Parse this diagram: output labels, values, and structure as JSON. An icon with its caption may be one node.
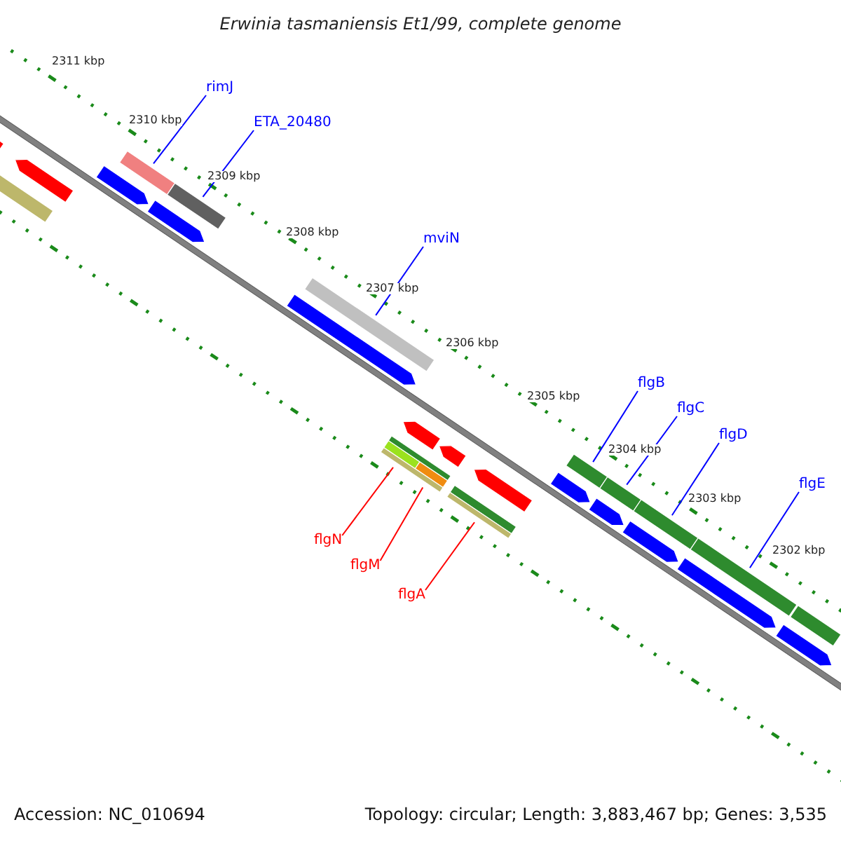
{
  "diagram": {
    "title": "Erwinia tasmaniensis Et1/99, complete genome",
    "nodes": [
      {
        "text": [
          "rimJ"
        ]
      },
      {
        "text": [],
        "shape": "bar"
      },
      {
        "text": [
          "ETA_20480"
        ]
      },
      {
        "text": [],
        "shape": "bar"
      },
      {
        "text": [
          "mviN"
        ]
      },
      {
        "text": [],
        "shape": "bar"
      },
      {
        "text": [
          "flgB"
        ]
      },
      {
        "text": [],
        "shape": "bar"
      },
      {
        "text": [
          "flgC"
        ]
      },
      {
        "text": [],
        "shape": "bar"
      },
      {
        "text": [
          "flgD"
        ]
      },
      {
        "text": [],
        "shape": "bar"
      },
      {
        "text": [
          "flgE"
        ]
      },
      {
        "text": [],
        "shape": "bar"
      },
      {
        "text": [
          "flgN"
        ]
      },
      {
        "text": [],
        "shape": "bar"
      },
      {
        "text": [
          "flgM"
        ]
      },
      {
        "text": [],
        "shape": "bar"
      },
      {
        "text": [
          "flgA"
        ]
      },
      {
        "text": [],
        "shape": "bar"
      },
      {
        "text": [],
        "shape": "bar"
      },
      {
        "text": [],
        "shape": "arrow"
      },
      {
        "text": [],
        "shape": "arrow"
      },
      {
        "text": [],
        "shape": "arrow"
      },
      {
        "text": [],
        "shape": "arrow"
      },
      {
        "text": [],
        "shape": "arrow"
      },
      {
        "text": [],
        "shape": "arrow"
      },
      {
        "text": [],
        "shape": "arrow"
      },
      {
        "text": [],
        "shape": "arrow"
      },
      {
        "text": [],
        "shape": "arrow"
      },
      {
        "text": [],
        "shape": "arrow"
      },
      {
        "text": [],
        "shape": "arrow"
      },
      {
        "text": [],
        "shape": "arrow"
      },
      {
        "text": [],
        "shape": "arrow"
      },
      {
        "text": [],
        "shape": "bar"
      },
      {
        "text": [],
        "shape": "bar"
      },
      {
        "text": [],
        "shape": "bar"
      },
      {
        "text": [],
        "shape": "bar"
      }
    ],
    "edges": [
      {
        "from": 0,
        "to": 1,
        "arrow": "none"
      },
      {
        "from": 2,
        "to": 3,
        "arrow": "none"
      },
      {
        "from": 4,
        "to": 5,
        "arrow": "none"
      },
      {
        "from": 6,
        "to": 7,
        "arrow": "none"
      },
      {
        "from": 8,
        "to": 9,
        "arrow": "none"
      },
      {
        "from": 10,
        "to": 11,
        "arrow": "none"
      },
      {
        "from": 12,
        "to": 13,
        "arrow": "none"
      },
      {
        "from": 14,
        "to": 15,
        "arrow": "none",
        "color": "#ff0000"
      },
      {
        "from": 16,
        "to": 17,
        "arrow": "none",
        "color": "#ff0000"
      },
      {
        "from": 18,
        "to": 19,
        "arrow": "none",
        "color": "#ff0000"
      }
    ],
    "labels": [
      "2311 kbp",
      "2310 kbp",
      "2309 kbp",
      "2308 kbp",
      "2307 kbp",
      "2306 kbp",
      "2305 kbp",
      "2304 kbp",
      "2303 kbp",
      "2302 kbp",
      "Accession: NC_010694",
      "Topology: circular; Length: 3,883,467 bp; Genes: 3,535"
    ]
  }
}
